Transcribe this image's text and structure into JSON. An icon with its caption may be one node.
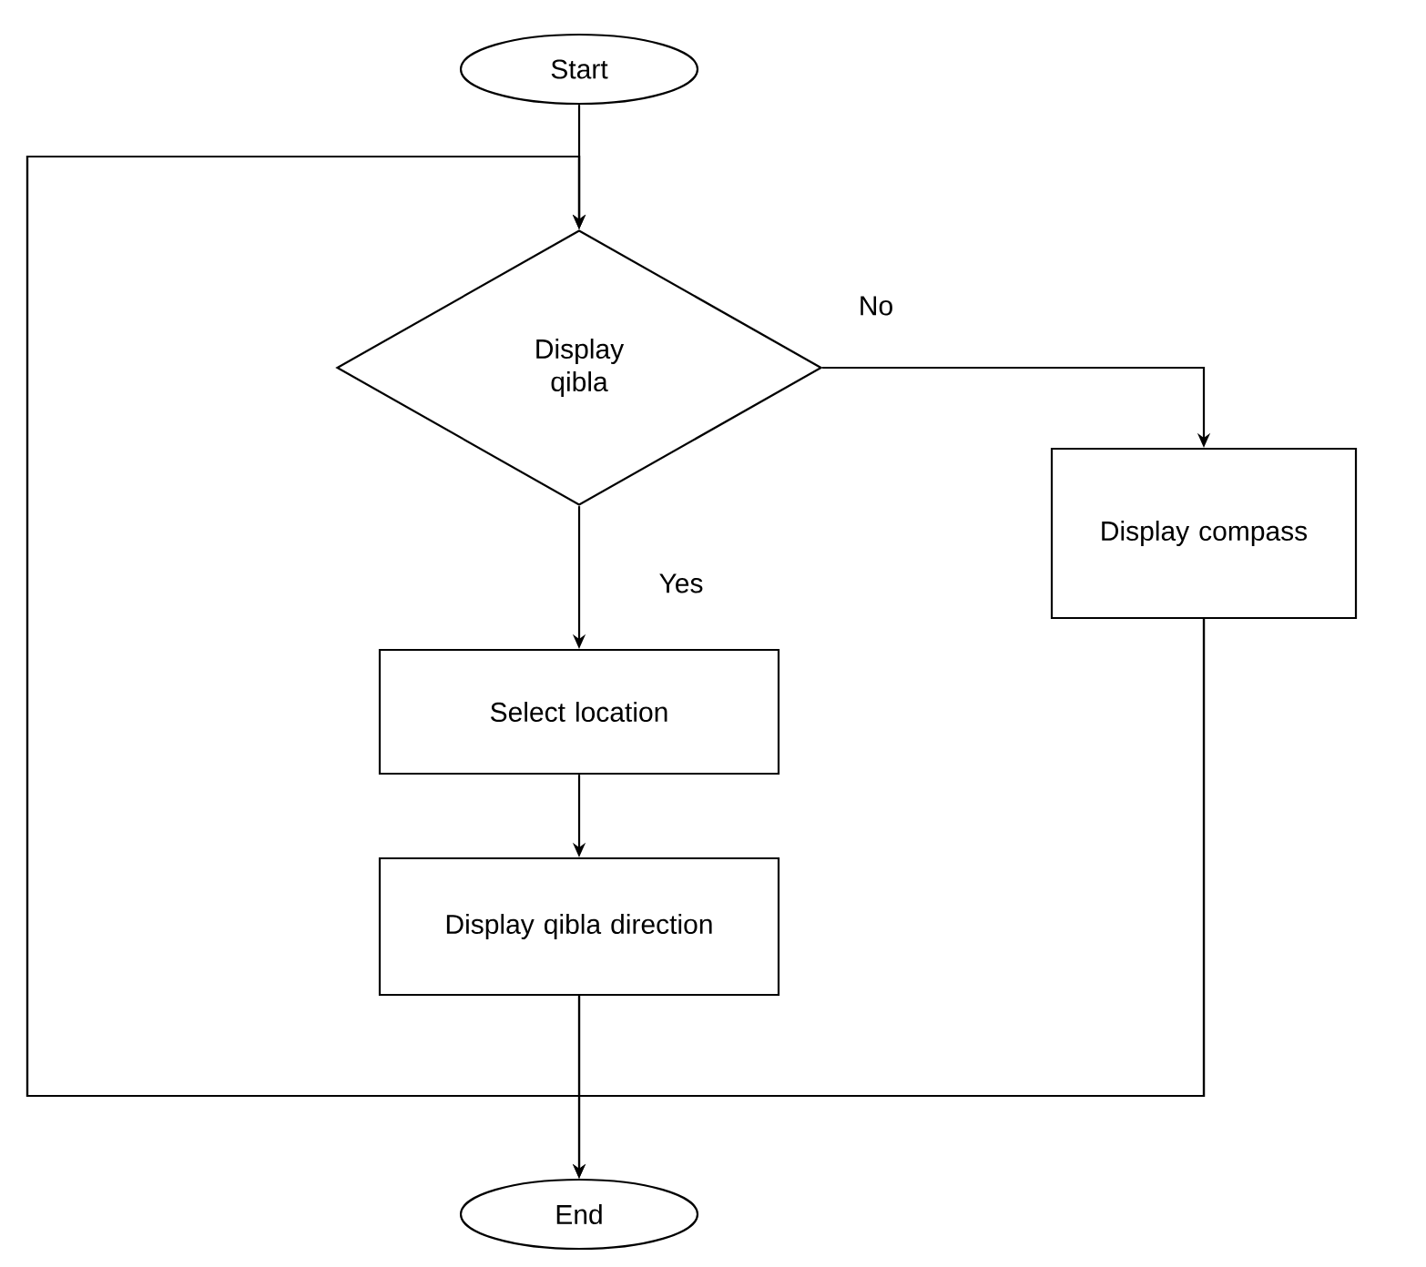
{
  "diagram": {
    "nodes": [
      {
        "text": [
          "Start"
        ]
      },
      {
        "text": [
          "Display qibla"
        ]
      },
      {
        "text": [
          "Select location"
        ]
      },
      {
        "text": [
          "Display compass"
        ]
      },
      {
        "text": [
          "Display qibla direction"
        ]
      },
      {
        "text": [
          "End"
        ]
      }
    ],
    "edges": [
      {
        "from": 0,
        "to": 1,
        "arrow": "to"
      },
      {
        "from": 1,
        "to": 3,
        "arrow": "to",
        "label": "No"
      },
      {
        "from": 1,
        "to": 2,
        "arrow": "to",
        "label": "Yes"
      },
      {
        "from": 2,
        "to": 4,
        "arrow": "to"
      },
      {
        "from": 4,
        "to": 5,
        "arrow": "to"
      },
      {
        "from": 3,
        "to": 5,
        "arrow": "to"
      },
      {
        "from": 4,
        "to": 1,
        "arrow": "to"
      },
      {
        "from": 3,
        "to": 1,
        "arrow": "to"
      }
    ]
  }
}
